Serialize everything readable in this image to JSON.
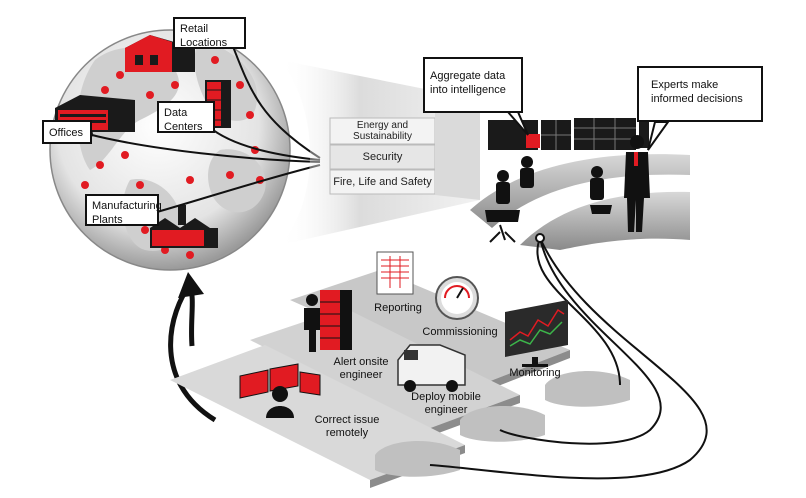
{
  "callouts": {
    "retail": "Retail\nLocations",
    "data_centers": "Data\nCenters",
    "offices": "Offices",
    "manufacturing": "Manufacturing\nPlants",
    "aggregate": "Aggregate data\ninto intelligence",
    "experts": "Experts make\ninformed decisions"
  },
  "bands": {
    "energy": "Energy and\nSustainability",
    "security": "Security",
    "fire": "Fire, Life and Safety"
  },
  "steps": {
    "reporting": "Reporting",
    "commissioning": "Commissioning",
    "monitoring": "Monitoring",
    "alert": "Alert onsite\nengineer",
    "deploy": "Deploy mobile\nengineer",
    "correct": "Correct issue\nremotely"
  },
  "colors": {
    "accent": "#e11b22",
    "dark": "#1a1a1a",
    "gray": "#bdbdbd"
  }
}
